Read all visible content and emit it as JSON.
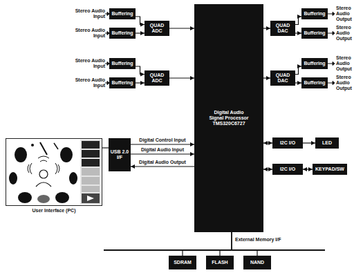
{
  "diagram": {
    "nodes": [
      {
        "text": [
          "Buffering"
        ]
      },
      {
        "text": [
          "Buffering"
        ]
      },
      {
        "text": [
          "QUAD ADC"
        ]
      },
      {
        "text": [
          "Buffering"
        ]
      },
      {
        "text": [
          "Buffering"
        ]
      },
      {
        "text": [
          "QUAD ADC"
        ]
      },
      {
        "text": [
          "Digital Audio Signal Processor TMS320C6727"
        ]
      },
      {
        "text": [
          "QUAD DAC"
        ]
      },
      {
        "text": [
          "Buffering"
        ]
      },
      {
        "text": [
          "Buffering"
        ]
      },
      {
        "text": [
          "QUAD DAC"
        ]
      },
      {
        "text": [
          "Buffering"
        ]
      },
      {
        "text": [
          "Buffering"
        ]
      },
      {
        "text": [
          "User Interface (PC)"
        ]
      },
      {
        "text": [
          "USB 2.0 I/F"
        ]
      },
      {
        "text": [
          "I2C I/O"
        ]
      },
      {
        "text": [
          "LED"
        ]
      },
      {
        "text": [
          "I2C I/O"
        ]
      },
      {
        "text": [
          "KEYPAD/SW"
        ]
      },
      {
        "text": [
          "SDRAM"
        ]
      },
      {
        "text": [
          "FLASH"
        ]
      },
      {
        "text": [
          "NAND"
        ]
      }
    ],
    "edges": [
      {
        "from": 0,
        "to": 2,
        "arrow": "to"
      },
      {
        "from": 1,
        "to": 2,
        "arrow": "to"
      },
      {
        "from": 3,
        "to": 5,
        "arrow": "to"
      },
      {
        "from": 4,
        "to": 5,
        "arrow": "to"
      },
      {
        "from": 2,
        "to": 6,
        "arrow": "to"
      },
      {
        "from": 5,
        "to": 6,
        "arrow": "to"
      },
      {
        "from": 6,
        "to": 7,
        "arrow": "to"
      },
      {
        "from": 6,
        "to": 10,
        "arrow": "to"
      },
      {
        "from": 7,
        "to": 8,
        "arrow": "to"
      },
      {
        "from": 7,
        "to": 9,
        "arrow": "to"
      },
      {
        "from": 10,
        "to": 11,
        "arrow": "to"
      },
      {
        "from": 10,
        "to": 12,
        "arrow": "to"
      },
      {
        "from": 13,
        "to": 14,
        "arrow": "none"
      },
      {
        "from": 14,
        "to": 6,
        "label": "Digital Control Input",
        "arrow": "to"
      },
      {
        "from": 14,
        "to": 6,
        "label": "Digital Audio Input",
        "arrow": "to"
      },
      {
        "from": 6,
        "to": 14,
        "label": "Digital Audio Output",
        "arrow": "to"
      },
      {
        "from": 6,
        "to": 15,
        "arrow": "both"
      },
      {
        "from": 15,
        "to": 16,
        "arrow": "to"
      },
      {
        "from": 6,
        "to": 17,
        "arrow": "both"
      },
      {
        "from": 17,
        "to": 18,
        "arrow": "both"
      },
      {
        "from": 6,
        "to": 19,
        "arrow": "none"
      },
      {
        "from": 6,
        "to": 20,
        "arrow": "none"
      },
      {
        "from": 6,
        "to": 21,
        "arrow": "none"
      }
    ],
    "labels": [
      "Stereo Audio Input",
      "Stereo Audio Input",
      "Stereo Audio Input",
      "Stereo Audio Input",
      "Stereo Audio Output",
      "Stereo Audio Output",
      "Stereo Audio Output",
      "Stereo Audio Output",
      "External Memory I/F"
    ]
  }
}
